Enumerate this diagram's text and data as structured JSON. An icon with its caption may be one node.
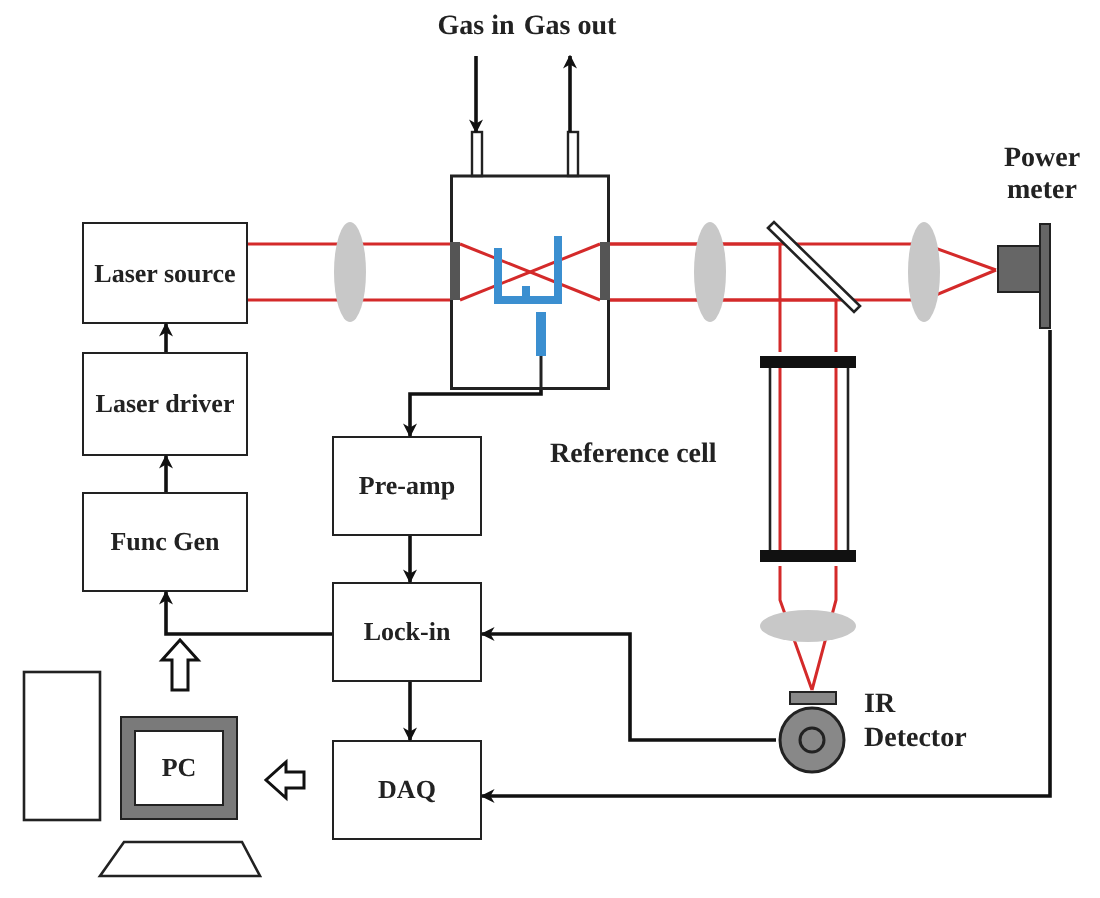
{
  "diagram": {
    "nodes": [
      {
        "text": [
          "Laser source"
        ]
      },
      {
        "text": [
          "Laser driver"
        ]
      },
      {
        "text": [
          "Func Gen"
        ]
      },
      {
        "text": [
          "Pre-amp"
        ]
      },
      {
        "text": [
          "Lock-in"
        ]
      },
      {
        "text": [
          "DAQ"
        ]
      },
      {
        "text": [
          "PC"
        ]
      },
      {
        "text": [],
        "shape": "box"
      },
      {
        "text": [
          "Power meter"
        ]
      },
      {
        "text": [
          "IR Detector"
        ]
      },
      {
        "text": [
          "Reference cell"
        ]
      }
    ],
    "edges": [
      {
        "from": 1,
        "to": 0,
        "arrow": "to"
      },
      {
        "from": 2,
        "to": 1,
        "arrow": "to"
      },
      {
        "from": 4,
        "to": 2,
        "arrow": "to"
      },
      {
        "from": 7,
        "to": 3,
        "arrow": "to"
      },
      {
        "from": 3,
        "to": 4,
        "arrow": "to"
      },
      {
        "from": 4,
        "to": 5,
        "arrow": "to"
      },
      {
        "from": 9,
        "to": 4,
        "arrow": "to"
      },
      {
        "from": 8,
        "to": 5,
        "arrow": "to"
      },
      {
        "from": 5,
        "to": 6,
        "arrow": "to"
      },
      {
        "from": 6,
        "to": 2,
        "arrow": "to"
      },
      {
        "from": null,
        "to": 7,
        "label": "Gas in",
        "arrow": "to"
      },
      {
        "from": 7,
        "to": null,
        "label": "Gas out",
        "arrow": "to"
      },
      {
        "from": 0,
        "to": 7,
        "arrow": "none",
        "color": "#d42a2a"
      },
      {
        "from": 7,
        "to": 8,
        "arrow": "none",
        "color": "#d42a2a"
      },
      {
        "from": 7,
        "to": 10,
        "arrow": "none",
        "color": "#d42a2a"
      },
      {
        "from": 10,
        "to": 9,
        "arrow": "none",
        "color": "#d42a2a"
      }
    ]
  }
}
